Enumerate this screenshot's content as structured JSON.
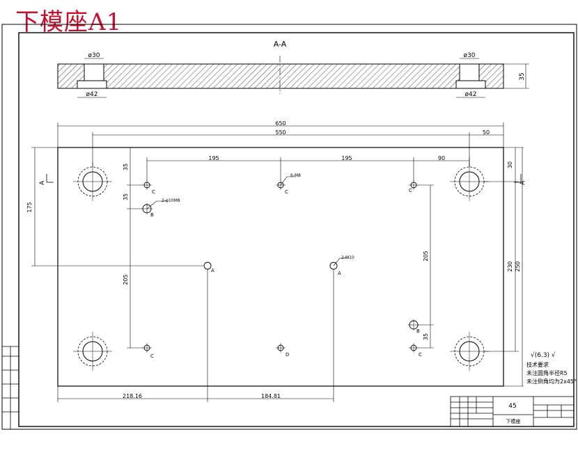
{
  "title": "下模座A1",
  "section_label": "A-A",
  "section_view": {
    "hole_top_dia": "ø30",
    "hole_bottom_dia": "ø42",
    "thickness": "35"
  },
  "plan_view": {
    "overall_width": "650",
    "hole_spacing": "550",
    "edge_offset": "50",
    "row_pitch_left": "195",
    "row_pitch_right": "195",
    "right_pitch": "90",
    "dim_35_a": "35",
    "dim_35_b": "35",
    "dim_35_c": "35",
    "dim_30": "30",
    "dim_175": "175",
    "dim_205_left": "205",
    "dim_205_right": "205",
    "dim_230": "230",
    "dim_250": "250",
    "bottom_dim_left": "218.16",
    "bottom_dim_right": "184.81",
    "section_mark": "A",
    "hole_labels": {
      "a": "A",
      "b": "B",
      "c": "C",
      "d": "D"
    },
    "callout_small": "6-M8",
    "callout_b": "2-φ10M8",
    "callout_a": "2-M10"
  },
  "notes": {
    "roughness": "√(6.3) √",
    "heading": "技术要求",
    "line1": "未注圆角半径R5",
    "line2": "未注倒角均为2x45°"
  },
  "title_block": {
    "material": "45",
    "part_name": "下模座"
  }
}
